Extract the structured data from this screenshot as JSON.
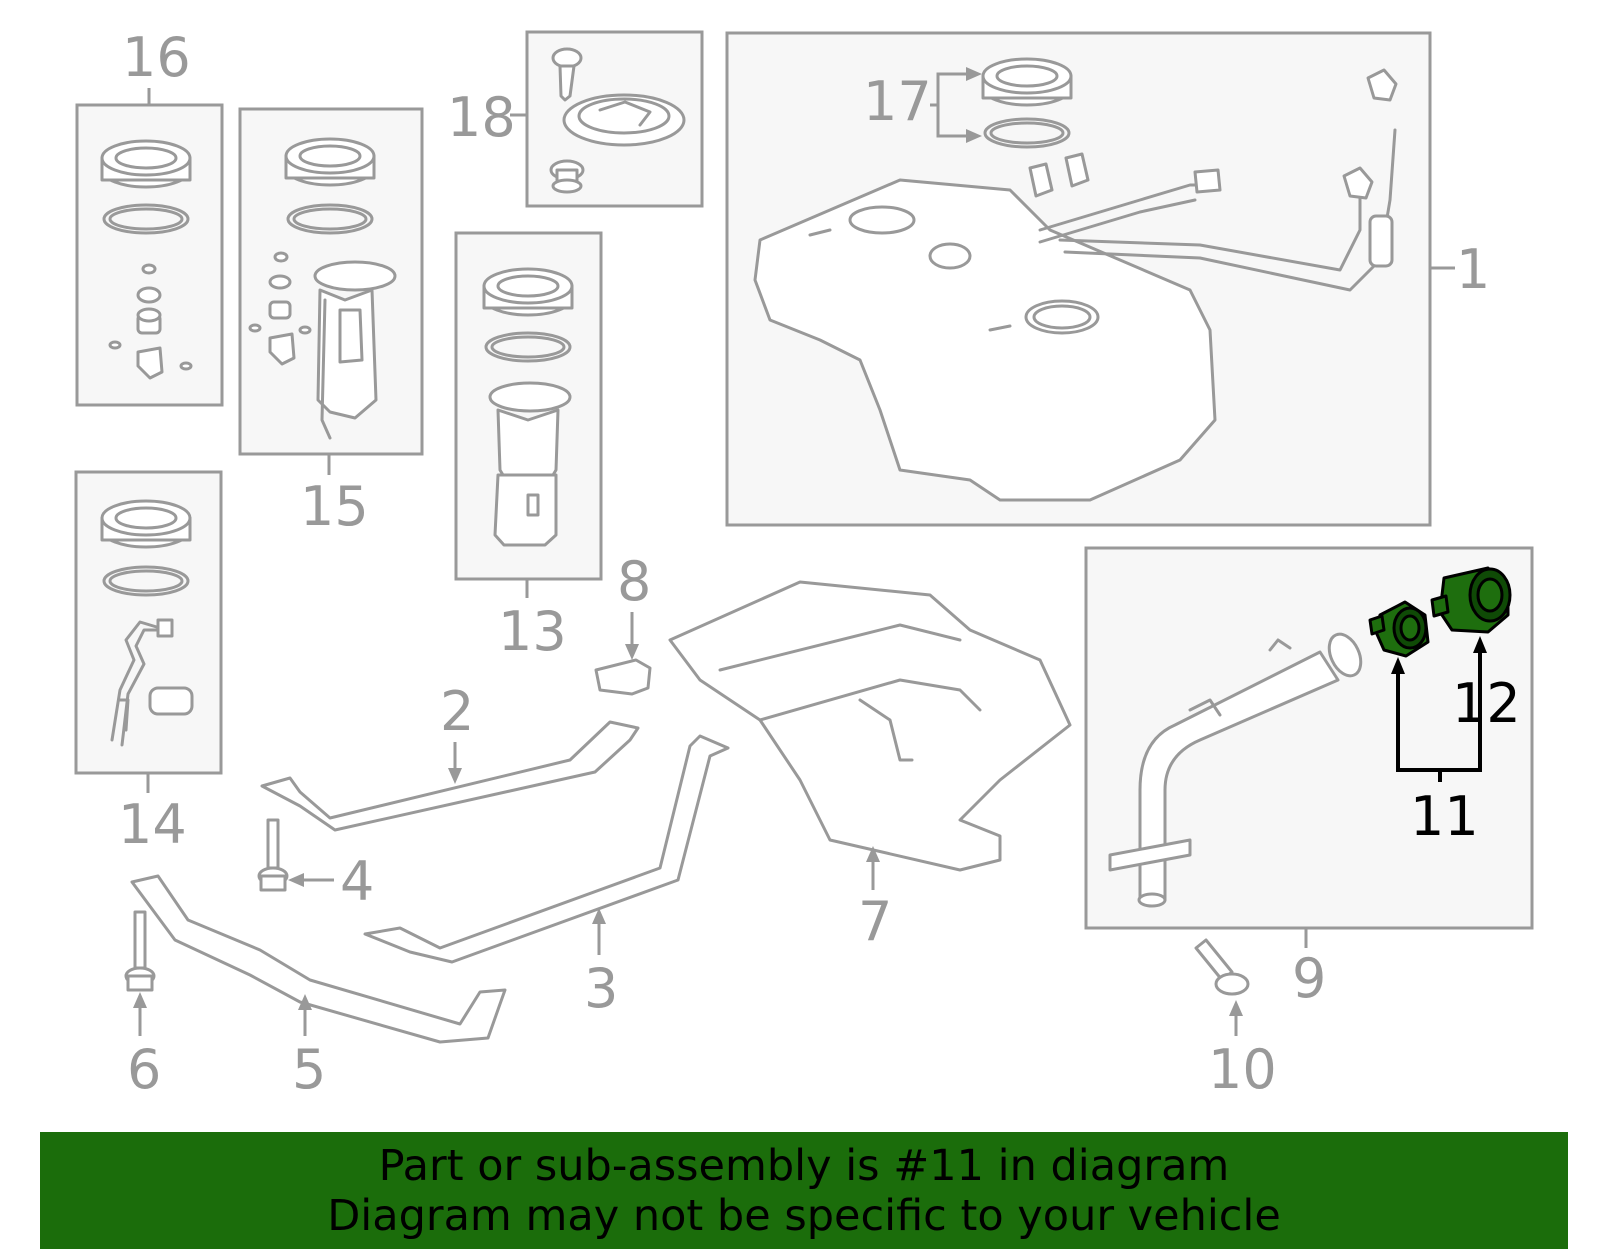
{
  "diagram": {
    "callouts": [
      {
        "id": "1",
        "label": "1"
      },
      {
        "id": "2",
        "label": "2"
      },
      {
        "id": "3",
        "label": "3"
      },
      {
        "id": "4",
        "label": "4"
      },
      {
        "id": "5",
        "label": "5"
      },
      {
        "id": "6",
        "label": "6"
      },
      {
        "id": "7",
        "label": "7"
      },
      {
        "id": "8",
        "label": "8"
      },
      {
        "id": "9",
        "label": "9"
      },
      {
        "id": "10",
        "label": "10"
      },
      {
        "id": "11",
        "label": "11",
        "highlighted": true
      },
      {
        "id": "12",
        "label": "12"
      },
      {
        "id": "13",
        "label": "13"
      },
      {
        "id": "14",
        "label": "14"
      },
      {
        "id": "15",
        "label": "15"
      },
      {
        "id": "16",
        "label": "16"
      },
      {
        "id": "17",
        "label": "17"
      },
      {
        "id": "18",
        "label": "18"
      }
    ],
    "highlighted_part": "11",
    "colors": {
      "line": "#999999",
      "box_fill": "#f7f7f7",
      "highlight_fill": "#1e6e0e",
      "banner": "#1b6d0b",
      "banner_text": "#000000"
    }
  },
  "banner": {
    "line1": "Part or sub-assembly is #11 in diagram",
    "line2": "Diagram may not be specific to your vehicle"
  }
}
